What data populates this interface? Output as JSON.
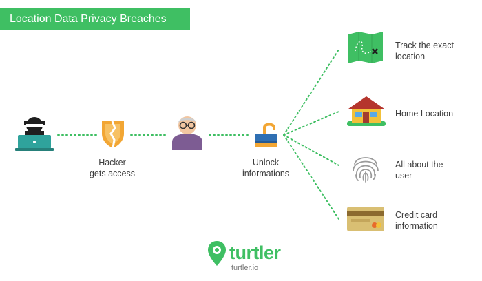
{
  "title": "Location Data Privacy Breaches",
  "flow": {
    "hacker_step": "Hacker\ngets access",
    "unlock_step": "Unlock\ninformations"
  },
  "outcomes": [
    {
      "label": "Track the exact\nlocation"
    },
    {
      "label": "Home Location"
    },
    {
      "label": "All about the\nuser"
    },
    {
      "label": "Credit card\ninformation"
    }
  ],
  "brand": {
    "name": "turtler",
    "url": "turtler.io"
  },
  "colors": {
    "accent": "#3fbf63",
    "shield": "#f2a634",
    "laptop": "#2fa39c",
    "lock": "#2f6fb3"
  },
  "icons": [
    "hacker-icon",
    "broken-shield-icon",
    "user-icon",
    "unlocked-padlock-icon",
    "map-icon",
    "house-icon",
    "fingerprint-icon",
    "credit-card-icon",
    "turtler-logo-icon"
  ]
}
